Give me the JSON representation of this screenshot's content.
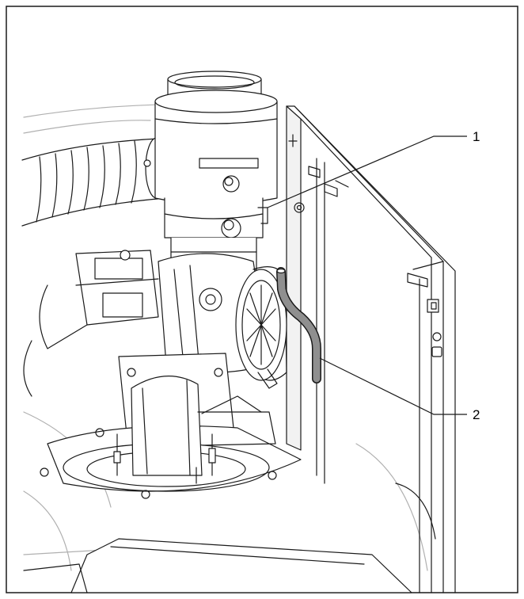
{
  "callouts": [
    {
      "id": "1",
      "label": "1"
    },
    {
      "id": "2",
      "label": "2"
    }
  ],
  "colors": {
    "line": "#1a1a1a",
    "fill": "#ffffff",
    "shade": "#e6e6e6",
    "hose": "#8f8f8f"
  }
}
